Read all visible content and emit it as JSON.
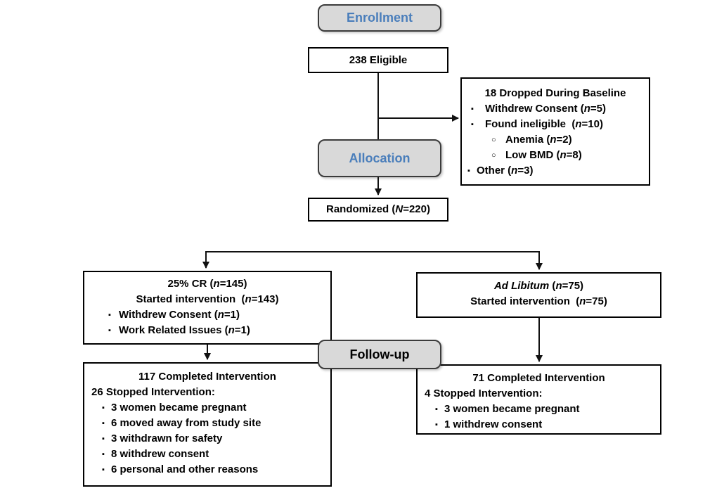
{
  "stages": {
    "enrollment": "Enrollment",
    "allocation": "Allocation",
    "followup": "Follow-up"
  },
  "icons": {
    "bullet_square": "▪",
    "bullet_circle": "○"
  },
  "colors": {
    "stage_label_blue": "#4a7ebb",
    "stage_fill": "#d9d9d9",
    "followup_label": "#000000",
    "line": "#111111"
  },
  "boxes": {
    "eligible": {
      "text": [
        {
          "t": "238 Eligible"
        }
      ]
    },
    "dropped": {
      "title": [
        {
          "t": "18 Dropped During Baseline"
        }
      ],
      "items": [
        {
          "marker": "bullet_square",
          "segs": [
            {
              "t": "Withdrew Consent ("
            },
            {
              "t": "n",
              "i": true
            },
            {
              "t": "=5)"
            }
          ]
        },
        {
          "marker": "bullet_square",
          "segs": [
            {
              "t": "Found ineligible  ("
            },
            {
              "t": "n",
              "i": true
            },
            {
              "t": "=10)"
            }
          ]
        },
        {
          "marker": "bullet_circle",
          "segs": [
            {
              "t": "Anemia ("
            },
            {
              "t": "n",
              "i": true
            },
            {
              "t": "=2)"
            }
          ]
        },
        {
          "marker": "bullet_circle",
          "segs": [
            {
              "t": "Low BMD ("
            },
            {
              "t": "n",
              "i": true
            },
            {
              "t": "=8)"
            }
          ]
        },
        {
          "marker": "bullet_square",
          "segs": [
            {
              "t": "Other ("
            },
            {
              "t": "n",
              "i": true
            },
            {
              "t": "=3)"
            }
          ]
        }
      ]
    },
    "randomized": {
      "text": [
        {
          "t": "Randomized ("
        },
        {
          "t": "N",
          "i": true
        },
        {
          "t": "=220)"
        }
      ]
    },
    "arm_cr": {
      "line1": [
        {
          "t": "25% CR ("
        },
        {
          "t": "n",
          "i": true
        },
        {
          "t": "=145)"
        }
      ],
      "line2": [
        {
          "t": "Started intervention  ("
        },
        {
          "t": "n",
          "i": true
        },
        {
          "t": "=143)"
        }
      ],
      "items": [
        {
          "marker": "bullet_square",
          "segs": [
            {
              "t": "Withdrew Consent ("
            },
            {
              "t": "n",
              "i": true
            },
            {
              "t": "=1)"
            }
          ]
        },
        {
          "marker": "bullet_square",
          "segs": [
            {
              "t": "Work Related Issues ("
            },
            {
              "t": "n",
              "i": true
            },
            {
              "t": "=1)"
            }
          ]
        }
      ]
    },
    "arm_adlib": {
      "line1": [
        {
          "t": "Ad Libitum",
          "i": true
        },
        {
          "t": " ("
        },
        {
          "t": "n",
          "i": true
        },
        {
          "t": "=75)"
        }
      ],
      "line2": [
        {
          "t": "Started intervention  ("
        },
        {
          "t": "n",
          "i": true
        },
        {
          "t": "=75)"
        }
      ]
    },
    "outcome_cr": {
      "completed": [
        {
          "t": "117 Completed Intervention"
        }
      ],
      "stopped": [
        {
          "t": "26 Stopped Intervention:"
        }
      ],
      "items": [
        {
          "marker": "bullet_square",
          "segs": [
            {
              "t": "3 women became pregnant"
            }
          ]
        },
        {
          "marker": "bullet_square",
          "segs": [
            {
              "t": "6 moved away from study site"
            }
          ]
        },
        {
          "marker": "bullet_square",
          "segs": [
            {
              "t": "3 withdrawn for safety"
            }
          ]
        },
        {
          "marker": "bullet_square",
          "segs": [
            {
              "t": "8 withdrew consent"
            }
          ]
        },
        {
          "marker": "bullet_square",
          "segs": [
            {
              "t": "6 personal and other reasons"
            }
          ]
        }
      ]
    },
    "outcome_adlib": {
      "completed": [
        {
          "t": "71 Completed Intervention"
        }
      ],
      "stopped": [
        {
          "t": "4 Stopped Intervention:"
        }
      ],
      "items": [
        {
          "marker": "bullet_square",
          "segs": [
            {
              "t": "3 women became pregnant"
            }
          ]
        },
        {
          "marker": "bullet_square",
          "segs": [
            {
              "t": "1 withdrew consent"
            }
          ]
        }
      ]
    }
  }
}
